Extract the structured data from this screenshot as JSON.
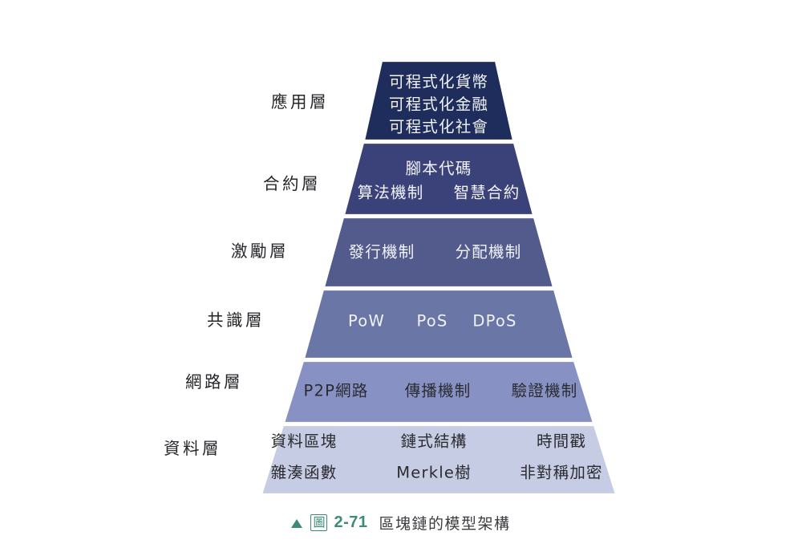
{
  "figure": {
    "caption": {
      "triangle_marker": "triangle-up-icon",
      "figure_word": "圖",
      "figure_number": "2-71",
      "title": "區塊鏈的模型架構",
      "accent_color": "#3e8a78",
      "title_color": "#3c3c40"
    },
    "background_color": "#ffffff",
    "divider_color": "#ffffff"
  },
  "chart_data": {
    "type": "pyramid",
    "title": "區塊鏈的模型架構",
    "orientation": "top-narrow",
    "layer_count": 6,
    "layers": [
      {
        "index": 1,
        "side_label": "應用層",
        "color": "#1f2d5c",
        "text_color": "#f2f3f8",
        "rows": [
          [
            "可程式化貨幣"
          ],
          [
            "可程式化金融"
          ],
          [
            "可程式化社會"
          ]
        ]
      },
      {
        "index": 2,
        "side_label": "合約層",
        "color": "#3a4279",
        "text_color": "#f2f3f8",
        "rows": [
          [
            "腳本代碼"
          ],
          [
            "算法機制",
            "智慧合約"
          ]
        ]
      },
      {
        "index": 3,
        "side_label": "激勵層",
        "color": "#525b8c",
        "text_color": "#f2f3f8",
        "rows": [
          [
            "發行機制",
            "分配機制"
          ]
        ]
      },
      {
        "index": 4,
        "side_label": "共識層",
        "color": "#6a76a5",
        "text_color": "#f2f3f8",
        "rows": [
          [
            "PoW",
            "PoS",
            "DPoS"
          ]
        ]
      },
      {
        "index": 5,
        "side_label": "網路層",
        "color": "#8791c4",
        "text_color": "#2b2b2f",
        "rows": [
          [
            "P2P網路",
            "傳播機制",
            "驗證機制"
          ]
        ]
      },
      {
        "index": 6,
        "side_label": "資料層",
        "color": "#c5cce4",
        "text_color": "#2b2b2f",
        "rows": [
          [
            "資料區塊",
            "鏈式結構",
            "時間戳"
          ],
          [
            "雜湊函數",
            "Merkle樹",
            "非對稱加密"
          ]
        ]
      }
    ]
  }
}
